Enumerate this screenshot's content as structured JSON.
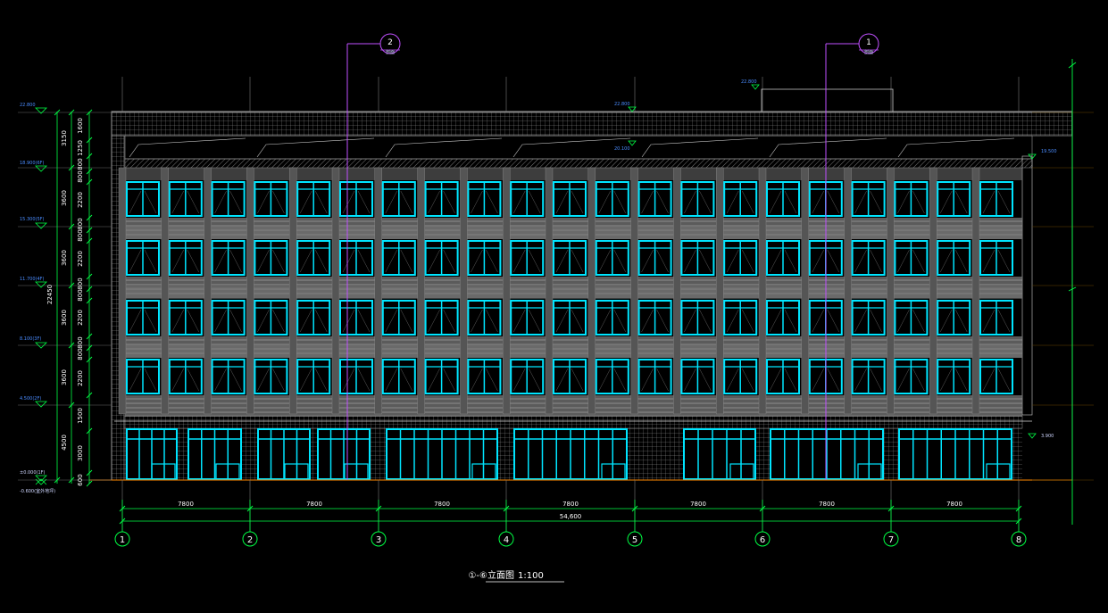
{
  "drawing": {
    "title_prefix": "①-⑥立面图",
    "scale": "1:100",
    "colors": {
      "background": "#000000",
      "window": "#00e5ff",
      "grid": "#9a9a9a",
      "dimension": "#00ff44",
      "pier": "#555555",
      "spandrel": "#7a7a7a",
      "level_text": "#4a8cff",
      "section": "#c050ff"
    }
  },
  "axes": {
    "labels": [
      "1",
      "2",
      "3",
      "4",
      "5",
      "6",
      "7",
      "8"
    ]
  },
  "dimensions": {
    "bays": [
      "7800",
      "7800",
      "7800",
      "7800",
      "7800",
      "7800",
      "7800"
    ],
    "total": "54,600"
  },
  "sections": [
    {
      "number": "2",
      "label": "剖面"
    },
    {
      "number": "1",
      "label": "剖面"
    }
  ],
  "levels_left": [
    "22.800",
    "18.900(6F)",
    "15.300(5F)",
    "11.700(4F)",
    "8.100(3F)",
    "4.500(2F)",
    "±0.000(1F)",
    "-0.600(室外地坪)"
  ],
  "levels_top": [
    "22.800",
    "22.800",
    "20.100"
  ],
  "levels_right": [
    "19.500",
    "3.900"
  ],
  "vertical_dims": {
    "inner": [
      "1600",
      "1250",
      "800",
      "800",
      "2200",
      "800",
      "800",
      "2200",
      "800",
      "800",
      "2200",
      "800",
      "800",
      "2200",
      "1500",
      "3000",
      "600"
    ],
    "floors": [
      "3150",
      "3600",
      "3600",
      "3600",
      "3600",
      "4500"
    ],
    "total": "22450"
  }
}
